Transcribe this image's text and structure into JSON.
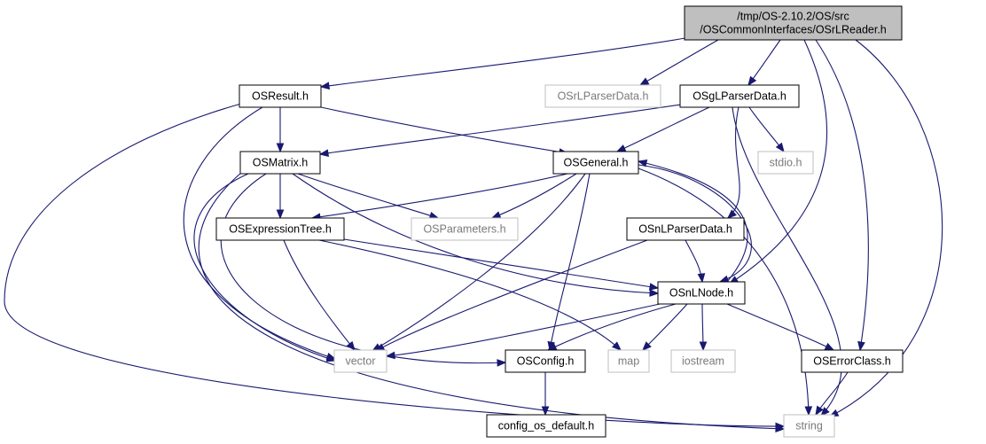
{
  "diagram": {
    "nodes": [
      {
        "id": "root",
        "lines": [
          "/tmp/OS-2.10.2/OS/src",
          "/OSCommonInterfaces/OSrLReader.h"
        ],
        "kind": "root"
      },
      {
        "id": "osresult",
        "lines": [
          "OSResult.h"
        ],
        "kind": "local"
      },
      {
        "id": "osrlparserdata",
        "lines": [
          "OSrLParserData.h"
        ],
        "kind": "external"
      },
      {
        "id": "osglparserdata",
        "lines": [
          "OSgLParserData.h"
        ],
        "kind": "local"
      },
      {
        "id": "osmatrix",
        "lines": [
          "OSMatrix.h"
        ],
        "kind": "local"
      },
      {
        "id": "osgeneral",
        "lines": [
          "OSGeneral.h"
        ],
        "kind": "local"
      },
      {
        "id": "stdio",
        "lines": [
          "stdio.h"
        ],
        "kind": "external"
      },
      {
        "id": "osexpressiontree",
        "lines": [
          "OSExpressionTree.h"
        ],
        "kind": "local"
      },
      {
        "id": "osparameters",
        "lines": [
          "OSParameters.h"
        ],
        "kind": "external"
      },
      {
        "id": "osnlparserdata",
        "lines": [
          "OSnLParserData.h"
        ],
        "kind": "local"
      },
      {
        "id": "osnlnode",
        "lines": [
          "OSnLNode.h"
        ],
        "kind": "local"
      },
      {
        "id": "vector",
        "lines": [
          "vector"
        ],
        "kind": "external"
      },
      {
        "id": "osconfig",
        "lines": [
          "OSConfig.h"
        ],
        "kind": "local"
      },
      {
        "id": "map",
        "lines": [
          "map"
        ],
        "kind": "external"
      },
      {
        "id": "iostream",
        "lines": [
          "iostream"
        ],
        "kind": "external"
      },
      {
        "id": "oserrorclass",
        "lines": [
          "OSErrorClass.h"
        ],
        "kind": "local"
      },
      {
        "id": "configosdefault",
        "lines": [
          "config_os_default.h"
        ],
        "kind": "local"
      },
      {
        "id": "string",
        "lines": [
          "string"
        ],
        "kind": "external"
      }
    ],
    "edges": [
      [
        "root",
        "osresult"
      ],
      [
        "root",
        "osrlparserdata"
      ],
      [
        "root",
        "osglparserdata"
      ],
      [
        "root",
        "osnlnode"
      ],
      [
        "root",
        "oserrorclass"
      ],
      [
        "root",
        "string"
      ],
      [
        "osresult",
        "osmatrix"
      ],
      [
        "osresult",
        "osgeneral"
      ],
      [
        "osresult",
        "vector"
      ],
      [
        "osresult",
        "string"
      ],
      [
        "osglparserdata",
        "osmatrix"
      ],
      [
        "osglparserdata",
        "osgeneral"
      ],
      [
        "osglparserdata",
        "stdio"
      ],
      [
        "osglparserdata",
        "osnlparserdata"
      ],
      [
        "osglparserdata",
        "string"
      ],
      [
        "osmatrix",
        "osexpressiontree"
      ],
      [
        "osmatrix",
        "osparameters"
      ],
      [
        "osmatrix",
        "osnlnode"
      ],
      [
        "osmatrix",
        "vector"
      ],
      [
        "osmatrix",
        "osconfig"
      ],
      [
        "osmatrix",
        "string"
      ],
      [
        "osgeneral",
        "osexpressiontree"
      ],
      [
        "osgeneral",
        "osparameters"
      ],
      [
        "osgeneral",
        "vector"
      ],
      [
        "osgeneral",
        "osconfig"
      ],
      [
        "osgeneral",
        "string"
      ],
      [
        "osgeneral",
        "osnlnode"
      ],
      [
        "osexpressiontree",
        "vector"
      ],
      [
        "osexpressiontree",
        "osnlnode"
      ],
      [
        "osexpressiontree",
        "map"
      ],
      [
        "osnlparserdata",
        "osnlnode"
      ],
      [
        "osnlparserdata",
        "vector"
      ],
      [
        "osnlnode",
        "vector"
      ],
      [
        "osnlnode",
        "osconfig"
      ],
      [
        "osnlnode",
        "map"
      ],
      [
        "osnlnode",
        "iostream"
      ],
      [
        "osnlnode",
        "oserrorclass"
      ],
      [
        "osnlnode",
        "osgeneral"
      ],
      [
        "osconfig",
        "configosdefault"
      ],
      [
        "oserrorclass",
        "string"
      ]
    ]
  }
}
